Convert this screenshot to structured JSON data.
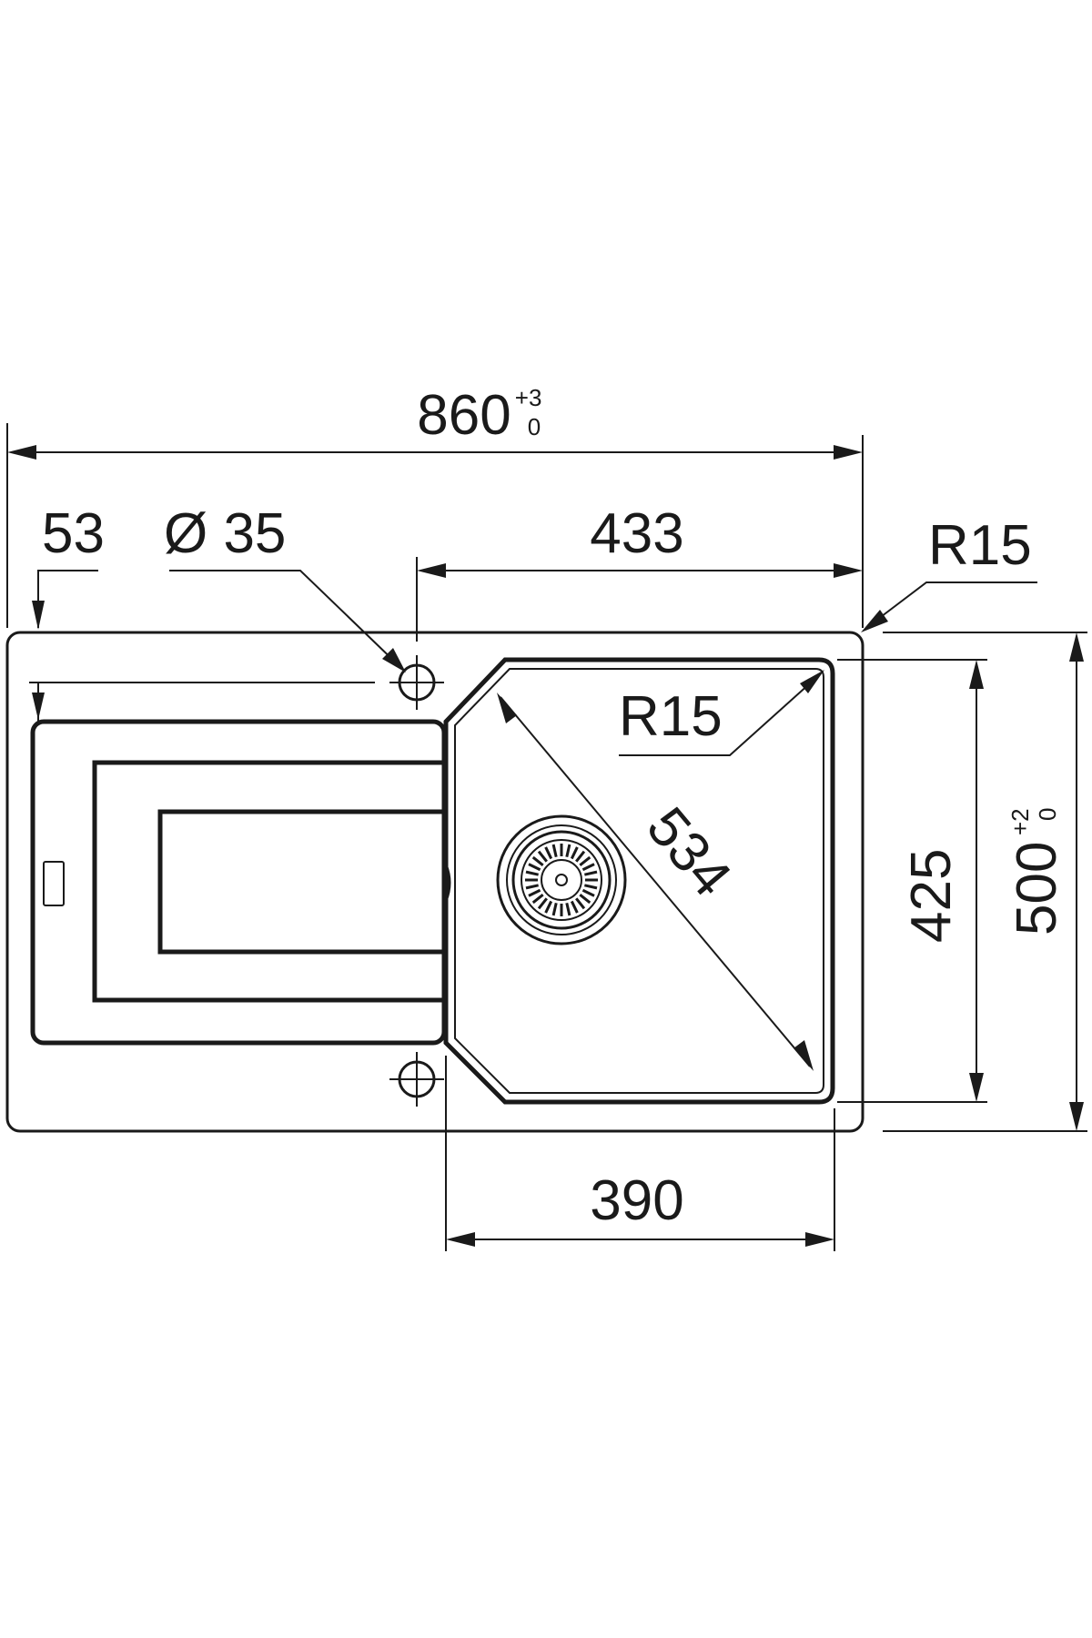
{
  "dimensions": {
    "overall_width": {
      "value": "860",
      "tol_upper": "+3",
      "tol_lower": "0"
    },
    "tap_hole_offset": "53",
    "tap_hole_diameter": "Ø 35",
    "bowl_length": "433",
    "outer_corner_radius": "R15",
    "bowl_corner_radius": "R15",
    "bowl_diagonal": "534",
    "bowl_depth": "425",
    "overall_depth": {
      "value": "500",
      "tol_upper": "+2",
      "tol_lower": "0"
    },
    "cutout_width": "390"
  },
  "colors": {
    "line": "#1a1a1a",
    "background": "#ffffff"
  }
}
